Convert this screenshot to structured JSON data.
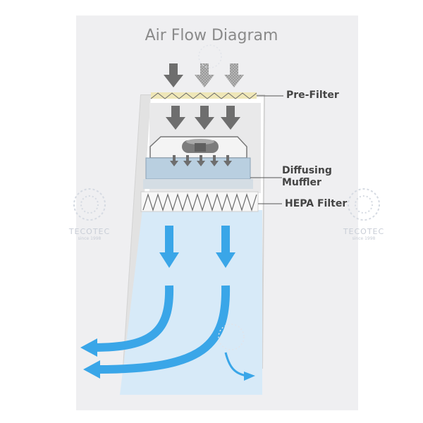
{
  "title": "Air Flow Diagram",
  "labels": {
    "pre_filter": "Pre-Filter",
    "diffusing_muffler_line1": "Diffusing",
    "diffusing_muffler_line2": "Muffler",
    "hepa_filter": "HEPA Filter"
  },
  "watermark": {
    "brand": "TECOTEC",
    "tagline": "since 1998"
  },
  "colors": {
    "airflow_arrow": "#3aa6e8",
    "clean_zone": "#d7eaf8",
    "inlet_arrow": "#6e6e6e",
    "prefilter": "#efe7b8",
    "muffler": "#b9cfe0"
  }
}
